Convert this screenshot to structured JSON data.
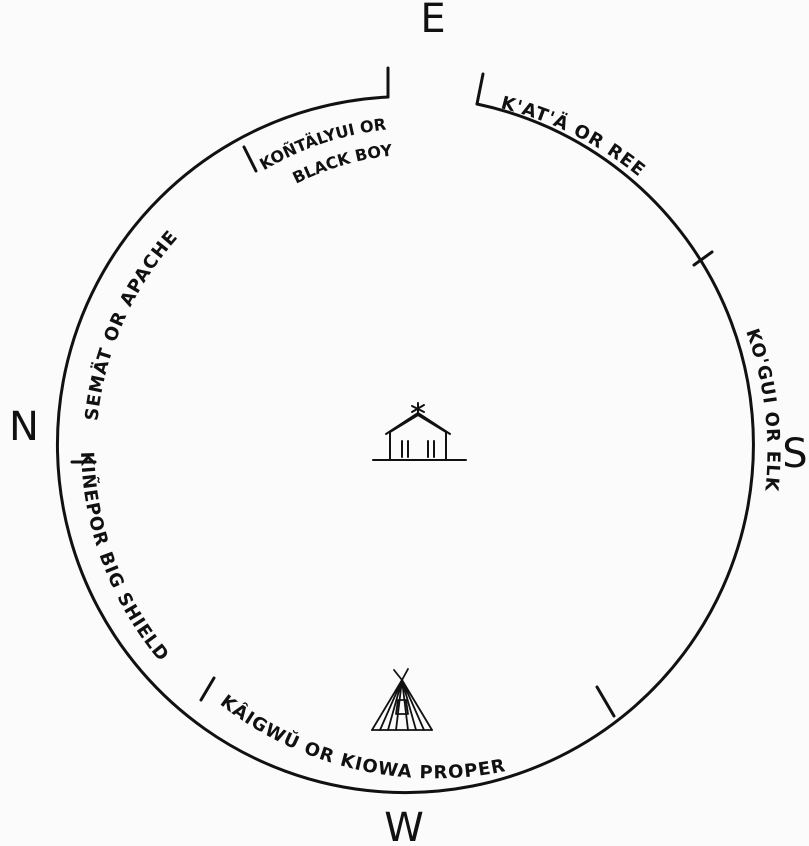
{
  "directions": {
    "east": "E",
    "west": "W",
    "north": "N",
    "south": "S"
  },
  "bands": {
    "kata": "K'AT'Ä OR REE",
    "kogui": "KO'GUI OR ELK",
    "kaigwu": "KÂIGWŬ OR KIOWA PROPER",
    "kinep": "KIÑEPOR BIG SHIELD",
    "semat": "SEMÄT OR APACHE",
    "kontalyui_1": "KOÑTÄLYUI OR",
    "kontalyui_2": "BLACK BOY"
  },
  "icons": {
    "center": "medicine-lodge-icon",
    "bottom": "tipi-icon"
  }
}
